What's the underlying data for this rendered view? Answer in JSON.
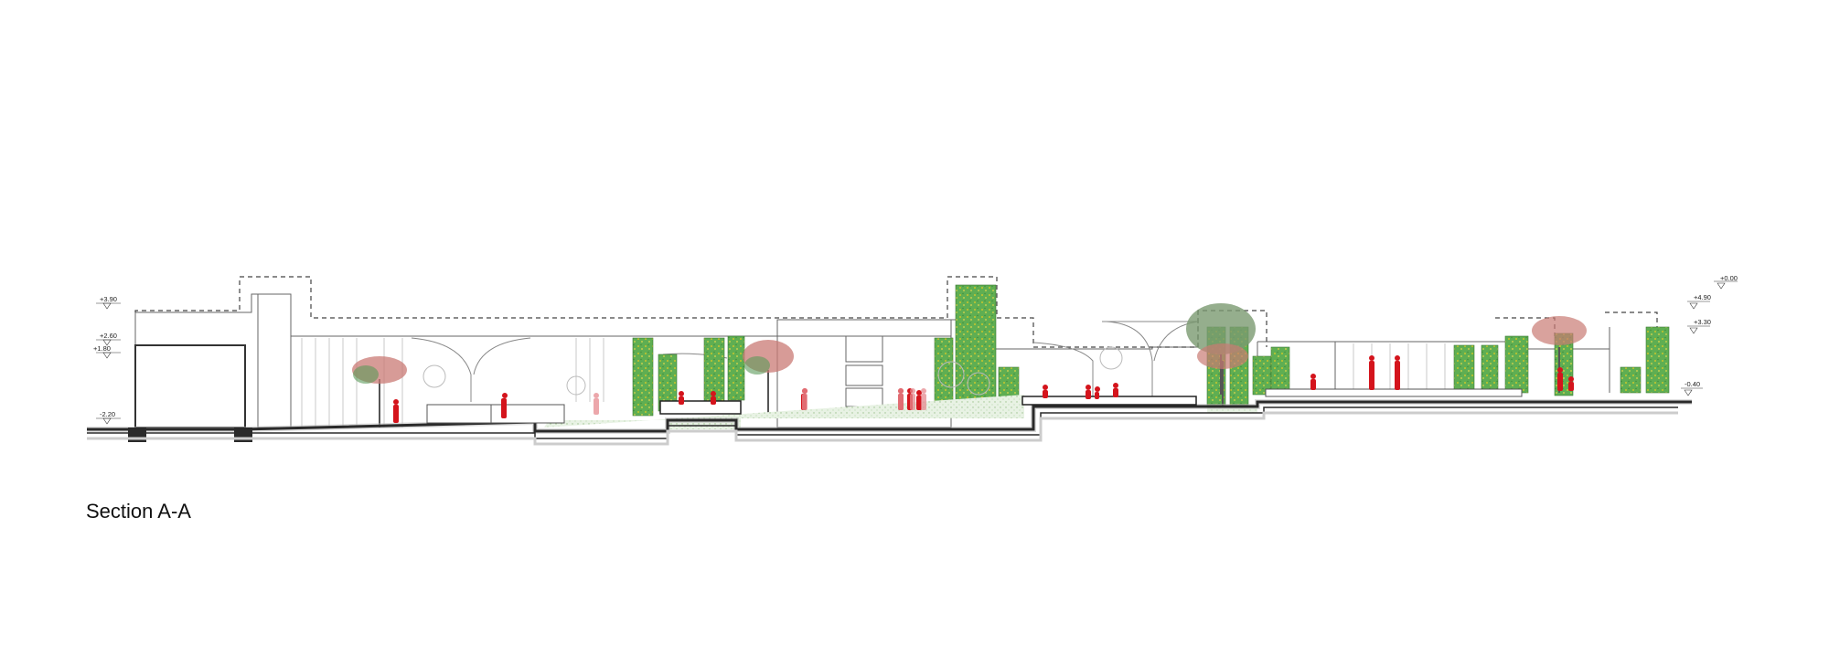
{
  "title": "Section A-A",
  "levels_left": [
    "+3.90",
    "+2.60",
    "+1.80",
    "-2.20"
  ],
  "levels_right": [
    "+0.00",
    "+4.90",
    "+3.30",
    "-0.40"
  ],
  "colors": {
    "people": "#d4141c",
    "green_wall": "#5fae52",
    "green_wall_dots": "#c9c62a",
    "tree_canopy": "#c97a74",
    "ground": "#e3efe0",
    "section_cut": "#2a2a2a",
    "line": "#555555"
  },
  "icons": [
    "person-figure-icon",
    "tree-icon",
    "green-wall-icon",
    "level-marker-icon",
    "canopy-structure-icon"
  ]
}
